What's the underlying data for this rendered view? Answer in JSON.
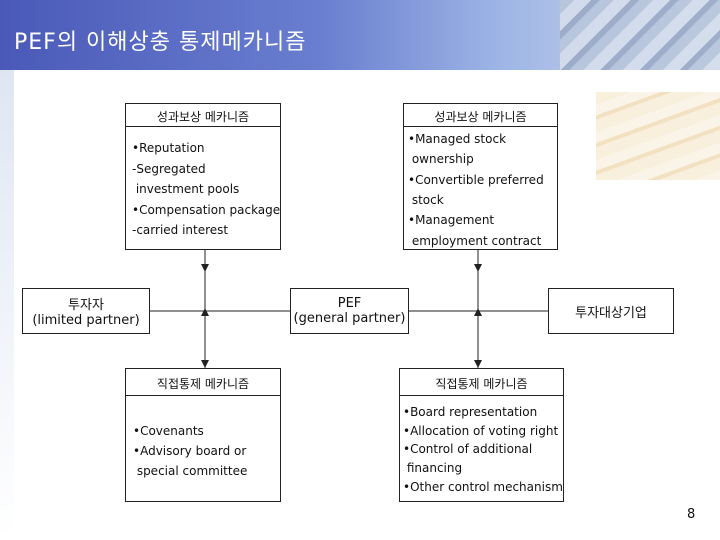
{
  "title": "PEF의 이해상충 통제메카니즘",
  "top_left": {
    "header": "성과보상 메카니즘",
    "items": [
      "•Reputation",
      "-Segregated",
      " investment pools",
      "•Compensation package",
      "-carried interest"
    ]
  },
  "top_right": {
    "header": "성과보상 메카니즘",
    "items": [
      "•Managed stock",
      " ownership",
      "•Convertible preferred",
      " stock",
      "•Management",
      " employment contract"
    ]
  },
  "investor": {
    "line1": "투자자",
    "line2": "(limited partner)"
  },
  "pef": {
    "line1": "PEF",
    "line2": "(general partner)"
  },
  "target": {
    "label": "투자대상기업"
  },
  "bottom_left": {
    "header": "직접통제 메카니즘",
    "items": [
      "•Covenants",
      "•Advisory board or",
      " special committee"
    ]
  },
  "bottom_right": {
    "header": "직접통제 메카니즘",
    "items": [
      "•Board representation",
      "•Allocation of voting right",
      "•Control of additional",
      " financing",
      "•Other control mechanism"
    ]
  },
  "page_number": "8"
}
